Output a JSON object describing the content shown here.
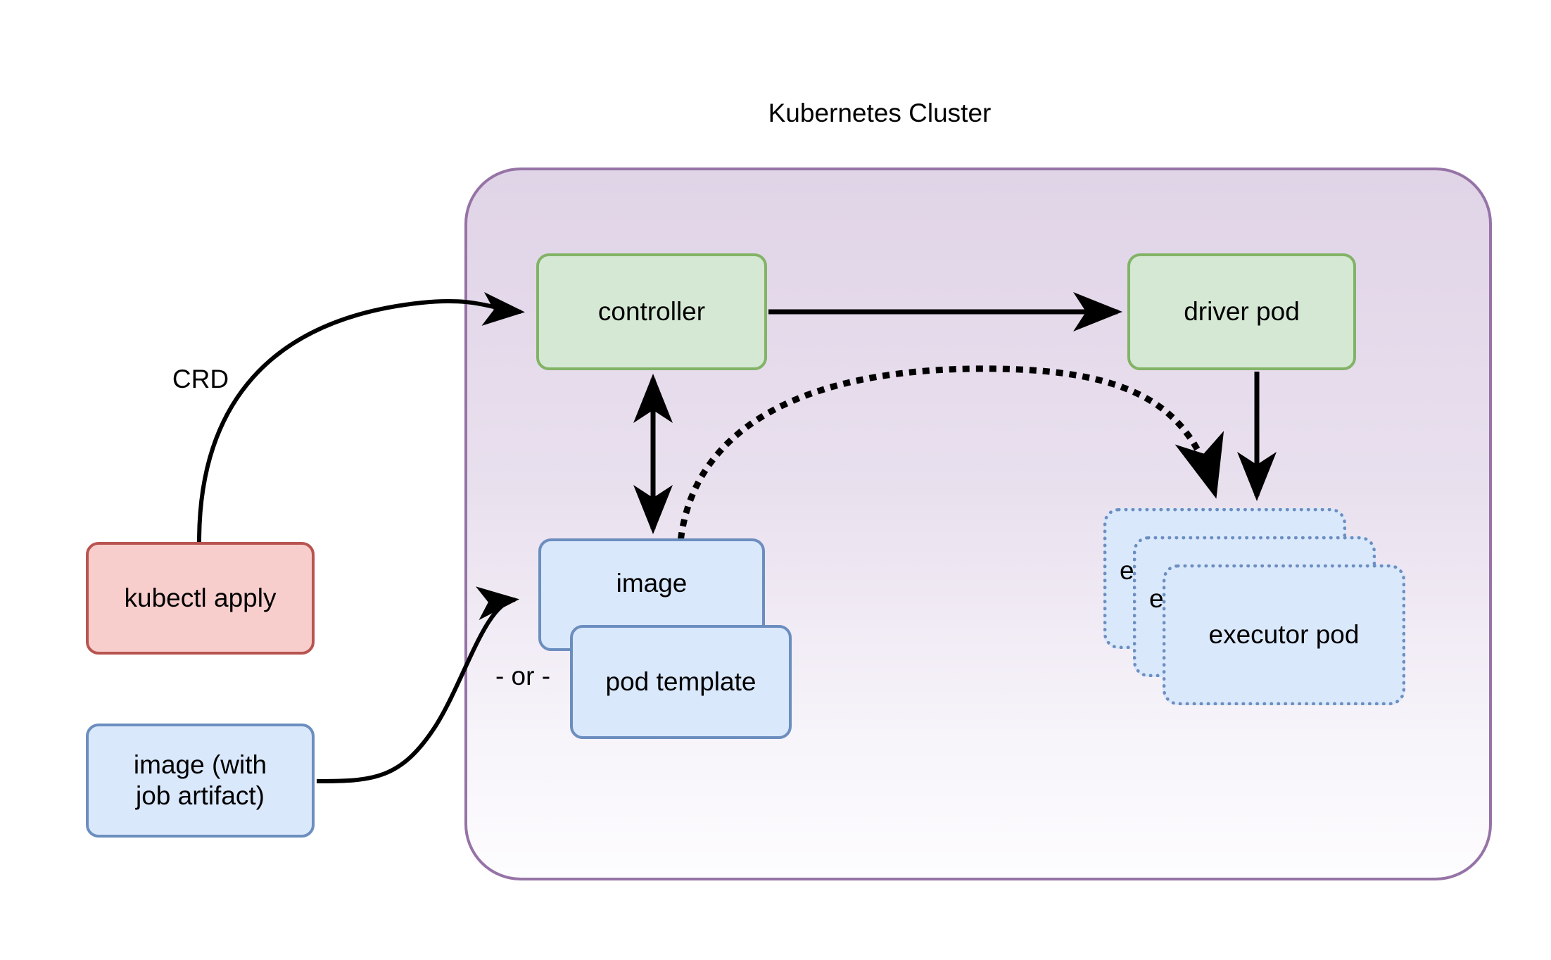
{
  "diagram": {
    "type": "architecture-flow",
    "title": "Kubernetes Cluster",
    "cluster_label": "Kubernetes Cluster",
    "colors": {
      "cluster_border": "#9673a6",
      "cluster_fill_top": "#e1d5e7",
      "cluster_fill_bottom": "#fdfcfe",
      "green_fill": "#d5e8d4",
      "green_border": "#82b366",
      "red_fill": "#f8cecc",
      "red_border": "#b85450",
      "blue_fill": "#dae8fc",
      "blue_border": "#6c8ebf",
      "edge_color": "#000000"
    },
    "nodes": {
      "kubectl_apply": "kubectl apply",
      "image_with_artifact": "image (with\njob artifact)",
      "image_with_artifact_line1": "image (with",
      "image_with_artifact_line2": "job artifact)",
      "controller": "controller",
      "driver_pod": "driver pod",
      "image": "image",
      "pod_template": "pod template",
      "executor_pod": "executor pod",
      "executor_pod_back_truncated": "e",
      "executor_pod_mid_truncated": "e"
    },
    "labels": {
      "crd": "CRD",
      "or": "- or -"
    },
    "edges": [
      {
        "from": "kubectl apply",
        "to": "controller",
        "style": "solid-curved",
        "label": "CRD",
        "arrow": "end"
      },
      {
        "from": "image (with job artifact)",
        "to": "image",
        "style": "solid-curved",
        "label": "",
        "arrow": "end"
      },
      {
        "from": "controller",
        "to": "driver pod",
        "style": "solid-straight",
        "label": "",
        "arrow": "end"
      },
      {
        "from": "controller",
        "to": "image",
        "style": "solid-straight",
        "label": "",
        "arrow": "both"
      },
      {
        "from": "driver pod",
        "to": "executor pod",
        "style": "solid-straight",
        "label": "",
        "arrow": "end"
      },
      {
        "from": "image",
        "to": "executor pod",
        "style": "dotted-curved",
        "label": "",
        "arrow": "end"
      }
    ]
  }
}
